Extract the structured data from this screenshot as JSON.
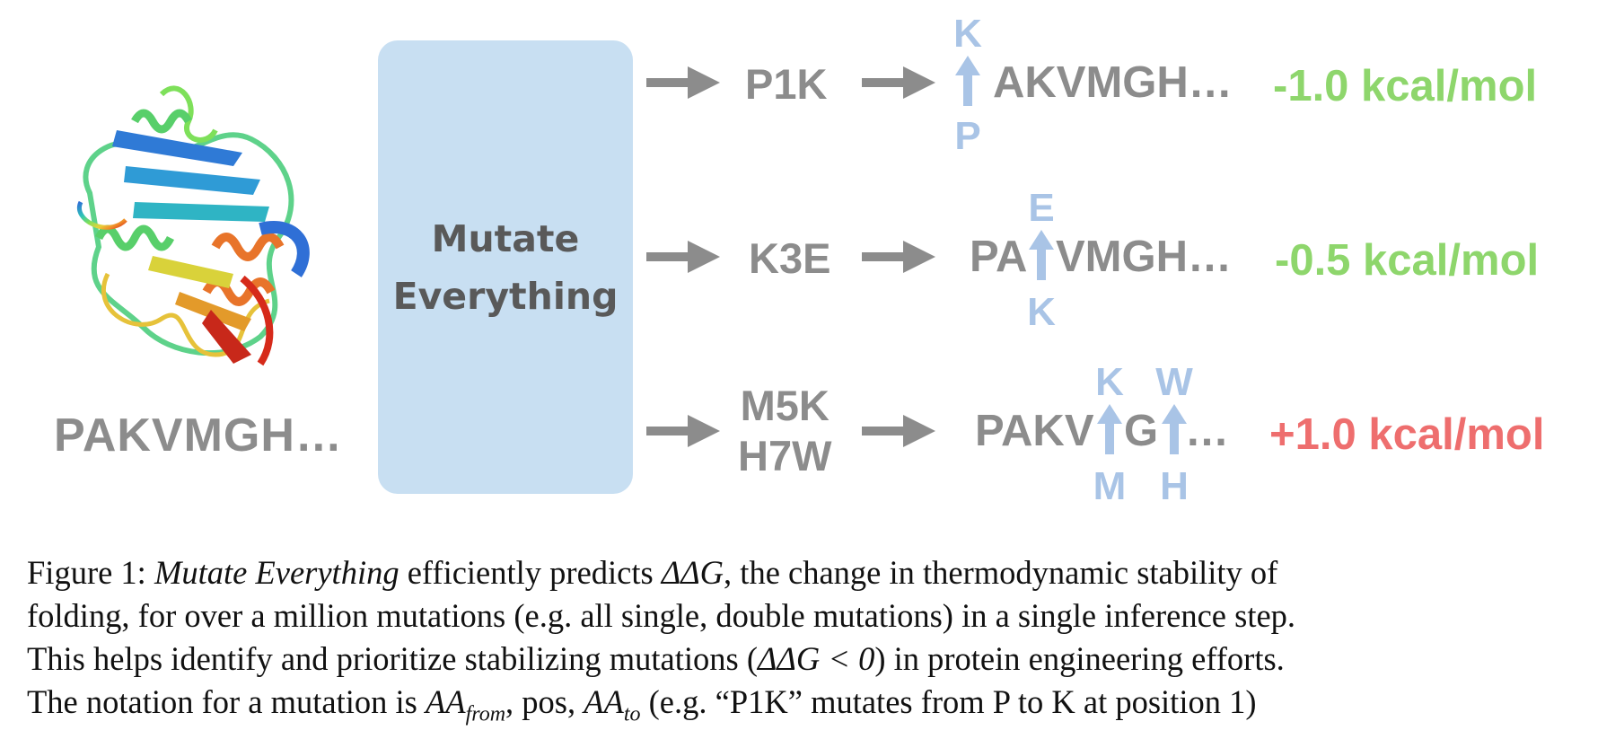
{
  "figure": {
    "input_sequence": "PAKVMGH…",
    "model_label_line1": "Mutate",
    "model_label_line2": "Everything",
    "rows": [
      {
        "mutation_line1": "P1K",
        "mutation_line2": "",
        "seq_prefix": "",
        "seq_rest": "AKVMGH…",
        "top_letter": "K",
        "bottom_letter": "P",
        "energy": "-1.0 kcal/mol",
        "energy_color": "#8ed66c"
      },
      {
        "mutation_line1": "K3E",
        "mutation_line2": "",
        "seq_prefix": "PA",
        "seq_rest": "VMGH…",
        "top_letter": "E",
        "bottom_letter": "K",
        "energy": "-0.5 kcal/mol",
        "energy_color": "#8ed66c"
      },
      {
        "mutation_line1": "M5K",
        "mutation_line2": "H7W",
        "seq_part1": "PAKV",
        "seq_part2": "G",
        "seq_part3": "…",
        "top_letter_1": "K",
        "bottom_letter_1": "M",
        "top_letter_2": "W",
        "bottom_letter_2": "H",
        "energy": "+1.0 kcal/mol",
        "energy_color": "#ee6e6e"
      }
    ],
    "colors": {
      "gray_text": "#8c8c8c",
      "box_fill": "#c8dff2",
      "mutation_blue": "#a9c4e6",
      "stabilizing": "#8ed66c",
      "destabilizing": "#ee6e6e"
    },
    "icons": [
      "protein-structure-icon",
      "right-arrow-icon",
      "up-arrow-icon"
    ]
  },
  "caption": {
    "l1_a": "Figure 1: ",
    "l1_b": "Mutate Everything",
    "l1_c": " efficiently predicts ",
    "l1_math": "ΔΔG",
    "l1_d": ", the change in thermodynamic stability of",
    "l2": "folding, for over a million mutations (e.g. all single, double mutations) in a single inference step.",
    "l3_a": "This helps identify and prioritize stabilizing mutations (",
    "l3_math": "ΔΔG < 0",
    "l3_b": ") in protein engineering efforts.",
    "l4_a": "The notation for a mutation is ",
    "l4_aa": "AA",
    "l4_from": "from",
    "l4_b": ", pos, ",
    "l4_aa2": "AA",
    "l4_to": "to",
    "l4_c": " (e.g. “P1K” mutates from P to K at position 1)"
  }
}
